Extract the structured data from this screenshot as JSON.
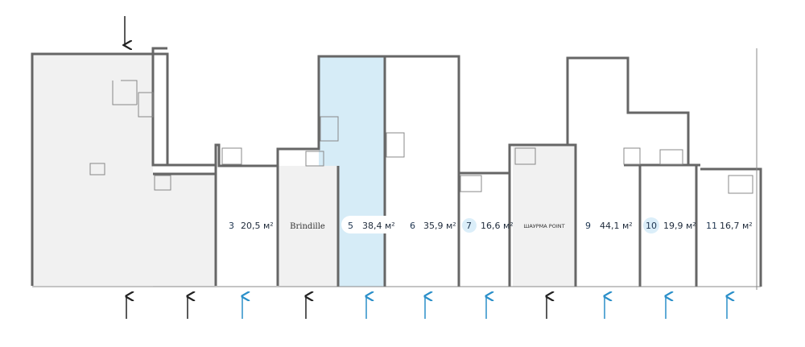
{
  "title": "Floor plan of commercial units",
  "colors": {
    "available": "#d6ecf7",
    "occupied": "#f1f1f1",
    "free": "#ffffff",
    "wall": "#666666",
    "entrance_free": "#2a8fc9",
    "entrance_occupied": "#222222"
  },
  "units": [
    {
      "id": "1",
      "status": "occupied"
    },
    {
      "id": "2",
      "status": "occupied"
    },
    {
      "id": "3",
      "number": "3",
      "area": "20,5 м²",
      "status": "free"
    },
    {
      "id": "4",
      "tenant": "Brindille",
      "status": "occupied"
    },
    {
      "id": "5",
      "number": "5",
      "area": "38,4 м²",
      "status": "selected"
    },
    {
      "id": "6",
      "number": "6",
      "area": "35,9 м²",
      "status": "free"
    },
    {
      "id": "7",
      "number": "7",
      "area": "16,6 м²",
      "status": "free"
    },
    {
      "id": "8",
      "tenant": "ШАУРМА POINT",
      "status": "occupied"
    },
    {
      "id": "9",
      "number": "9",
      "area": "44,1 м²",
      "status": "free"
    },
    {
      "id": "10",
      "number": "10",
      "area": "19,9 м²",
      "status": "free"
    },
    {
      "id": "11",
      "number": "11",
      "area": "16,7 м²",
      "status": "free"
    }
  ]
}
